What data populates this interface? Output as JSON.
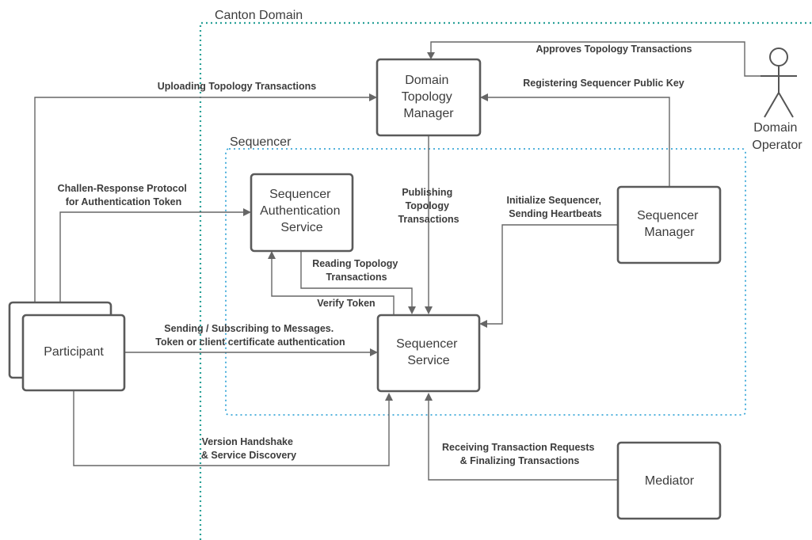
{
  "regions": {
    "canton_domain": "Canton Domain",
    "sequencer": "Sequencer"
  },
  "nodes": {
    "domain_topology_manager": [
      "Domain",
      "Topology",
      "Manager"
    ],
    "sequencer_auth_service": [
      "Sequencer",
      "Authentication",
      "Service"
    ],
    "sequencer_manager": [
      "Sequencer",
      "Manager"
    ],
    "sequencer_service": [
      "Sequencer",
      "Service"
    ],
    "participant": [
      "Participant"
    ],
    "mediator": [
      "Mediator"
    ],
    "domain_operator": [
      "Domain",
      "Operator"
    ]
  },
  "edges": {
    "approves_topology": [
      "Approves Topology Transactions"
    ],
    "uploading_topology": [
      "Uploading Topology Transactions"
    ],
    "registering_key": [
      "Registering Sequencer Public Key"
    ],
    "challenge_response": [
      "Challen-Response Protocol",
      "for Authentication Token"
    ],
    "publishing_topology": [
      "Publishing",
      "Topology",
      "Transactions"
    ],
    "initialize_sequencer": [
      "Initialize Sequencer,",
      "Sending Heartbeats"
    ],
    "reading_topology": [
      "Reading Topology",
      "Transactions"
    ],
    "verify_token": [
      "Verify Token"
    ],
    "sending_subscribing": [
      "Sending / Subscribing to Messages.",
      "Token or client certificate authentication"
    ],
    "version_handshake": [
      "Version Handshake",
      "& Service Discovery"
    ],
    "receiving_requests": [
      "Receiving Transaction Requests",
      "& Finalizing Transactions"
    ]
  },
  "colors": {
    "canton_border": "#2aa198",
    "sequencer_border": "#3aa7d8",
    "box_stroke": "#5a5a5a",
    "arrow": "#666666"
  }
}
